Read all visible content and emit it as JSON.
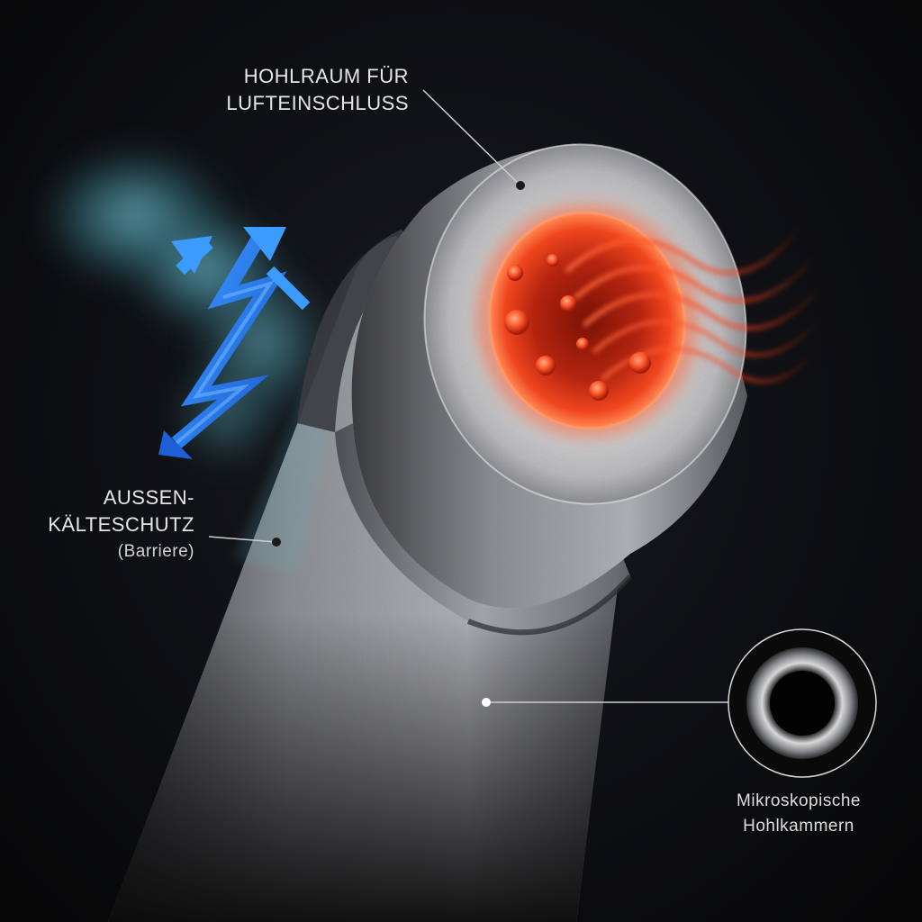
{
  "labels": {
    "cavity": {
      "line1": "HOHLRAUM FÜR",
      "line2": "LUFTEINSCHLUSS"
    },
    "barrier": {
      "line1": "AUSSEN-",
      "line2": "KÄLTESCHUTZ",
      "line3": "(Barriere)"
    },
    "chambers": {
      "line1": "Mikroskopische",
      "line2": "Hohlkammern"
    }
  },
  "colors": {
    "background": "#0b0b0d",
    "fiber": "#b9babd",
    "heat": "#ff4a24",
    "cold": "#2f86e8",
    "mist": "#5fb6c9",
    "text": "#e6e6e6"
  }
}
